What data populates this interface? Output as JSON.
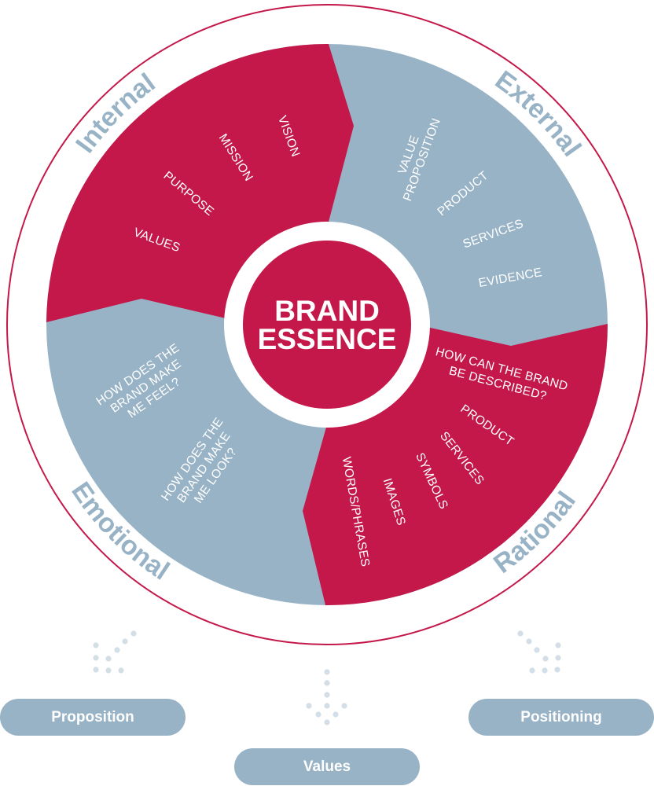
{
  "colors": {
    "red": "#c4184a",
    "blue": "#98b3c6",
    "dots": "#d3dee7",
    "white": "#ffffff"
  },
  "center": {
    "line1": "BRAND",
    "line2": "ESSENCE"
  },
  "segments": {
    "internal": {
      "title": "Internal",
      "items": [
        "VISION",
        "MISSION",
        "PURPOSE",
        "VALUES"
      ]
    },
    "external": {
      "title": "External",
      "items": [
        [
          "VALUE",
          "PROPOSITION"
        ],
        "PRODUCT",
        "SERVICES",
        "EVIDENCE"
      ]
    },
    "rational": {
      "title": "Rational",
      "items": [
        [
          "HOW CAN THE BRAND",
          "BE DESCRIBED?"
        ],
        "PRODUCT",
        "SERVICES",
        "SYMBOLS",
        "IMAGES",
        "WORDS/PHRASES"
      ]
    },
    "emotional": {
      "title": "Emotional",
      "items": [
        [
          "HOW DOES THE",
          "BRAND MAKE",
          "ME FEEL?"
        ],
        [
          "HOW DOES THE",
          "BRAND MAKE",
          "ME LOOK?"
        ]
      ]
    }
  },
  "outputs": [
    "Proposition",
    "Values",
    "Positioning"
  ]
}
